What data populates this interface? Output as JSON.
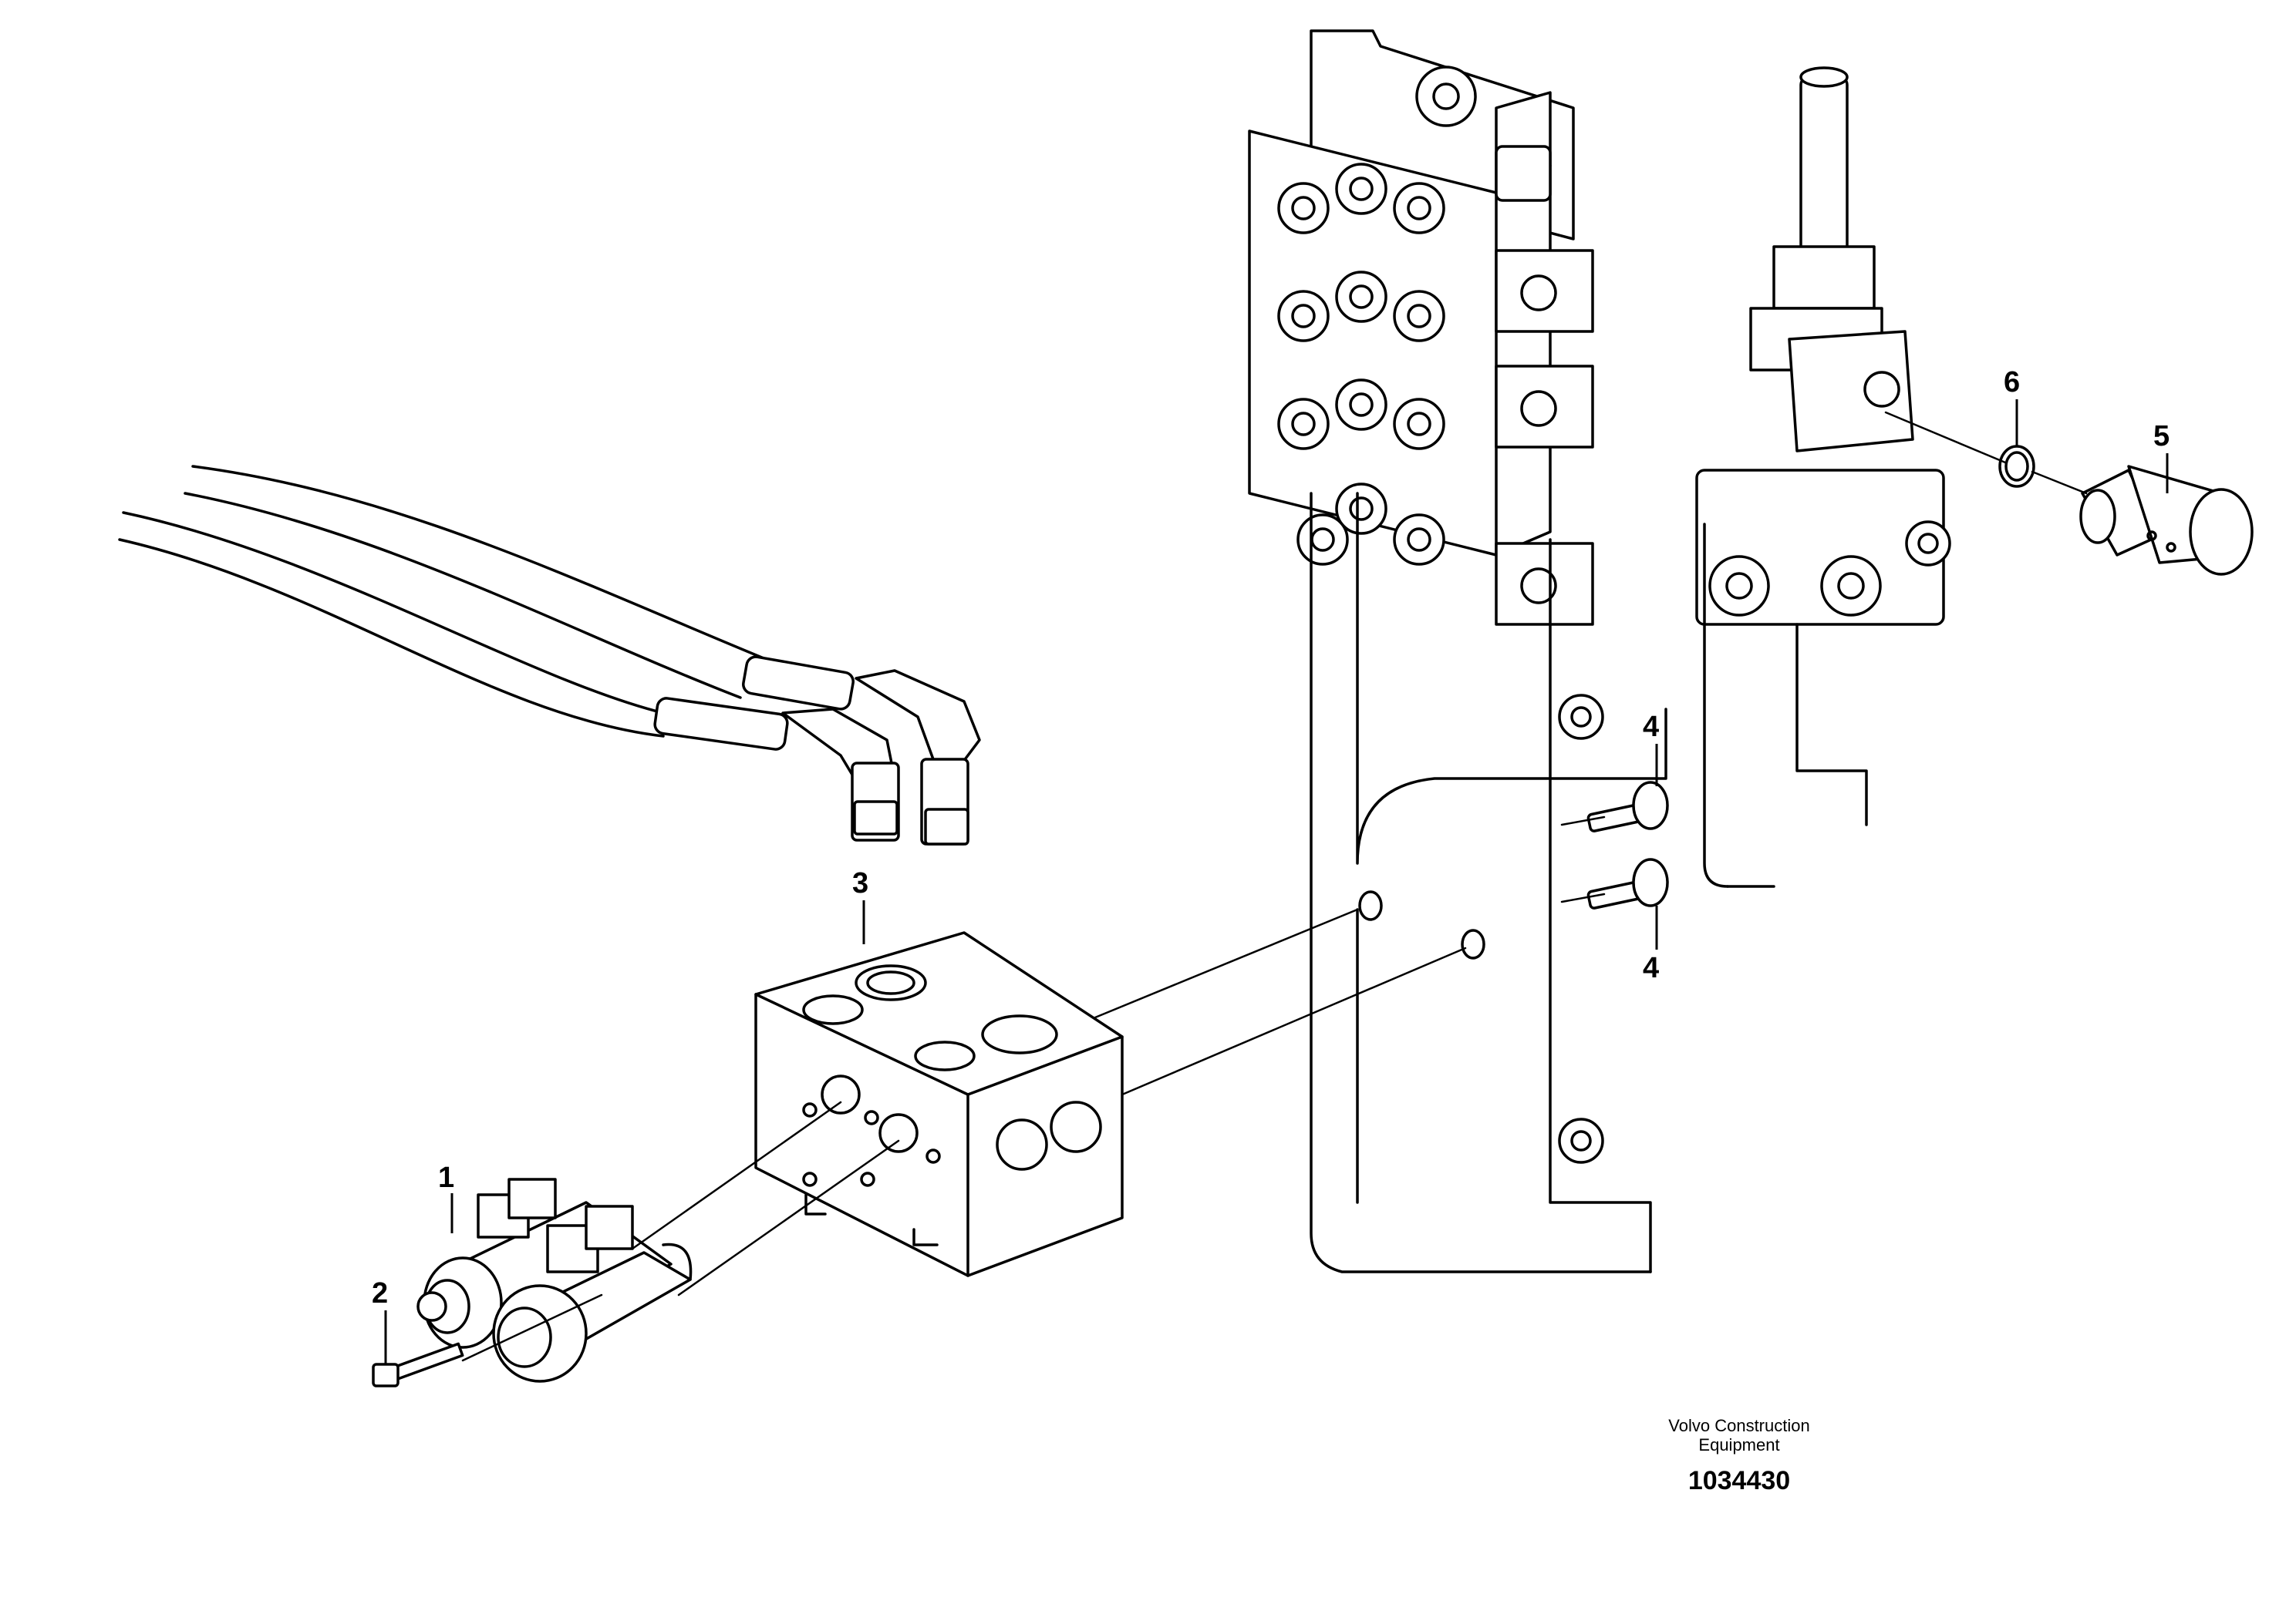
{
  "callouts": {
    "c1": "1",
    "c2": "2",
    "c3": "3",
    "c4a": "4",
    "c4b": "4",
    "c5": "5",
    "c6": "6"
  },
  "footer": {
    "brand_line1": "Volvo Construction",
    "brand_line2": "Equipment",
    "doc_number": "1034430"
  }
}
